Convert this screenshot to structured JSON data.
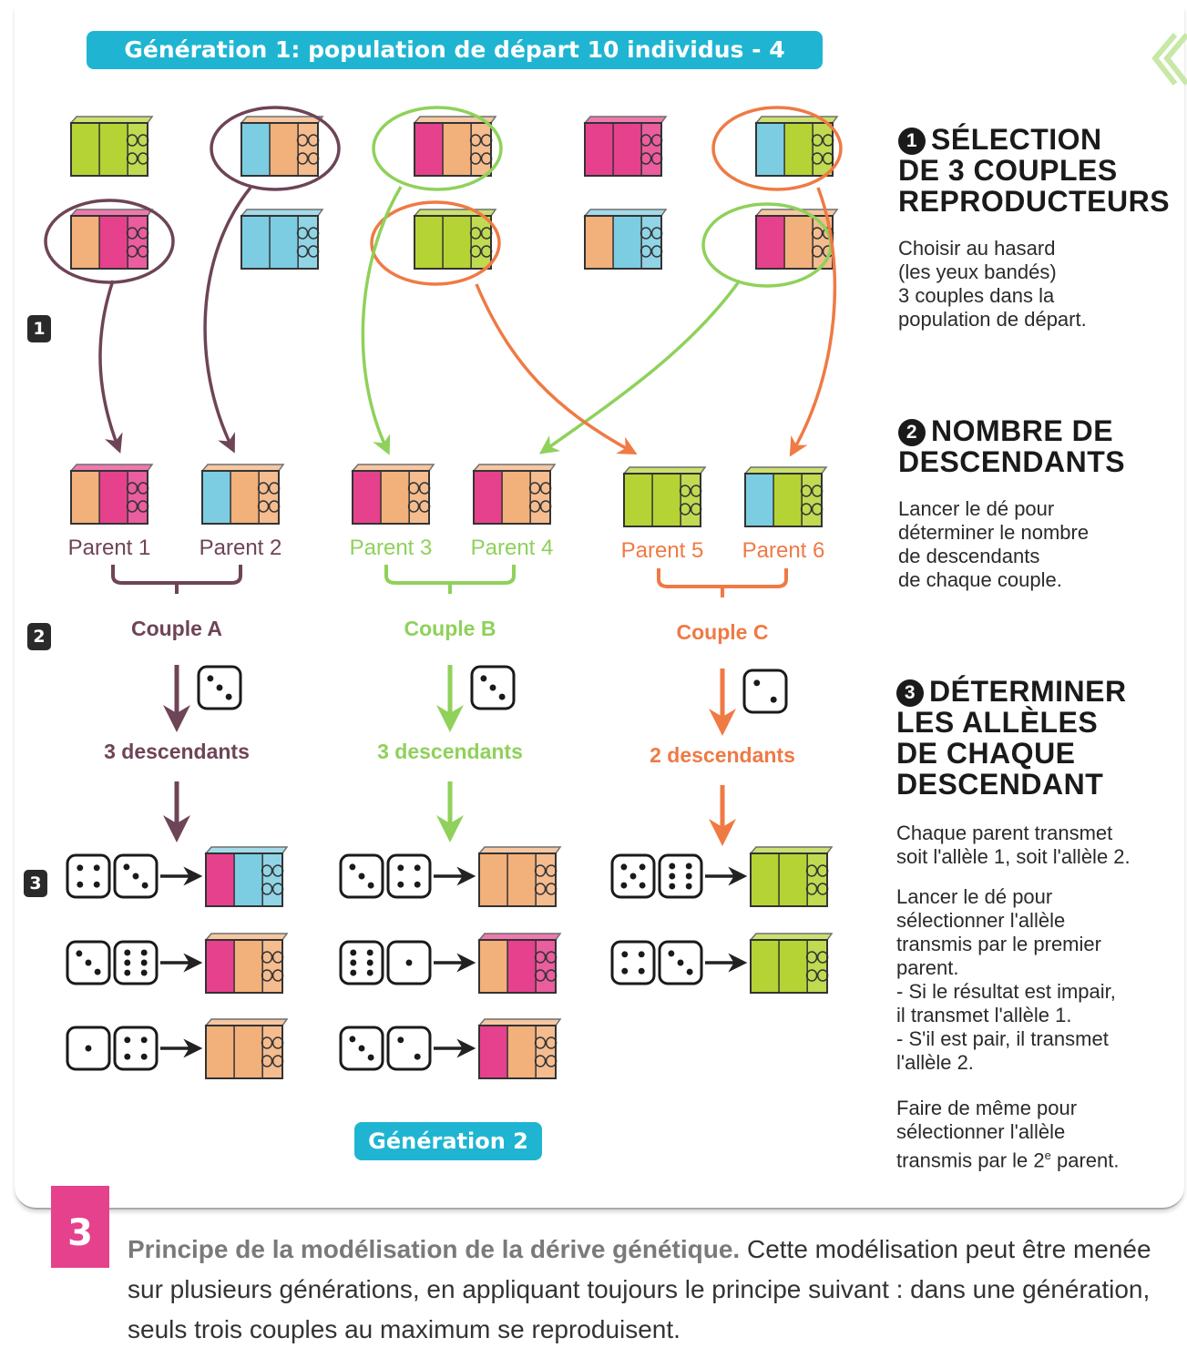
{
  "title": "Génération 1: population de départ 10 individus - 4 allèles",
  "colors": {
    "allele_1": "#b5d334",
    "allele_2": "#f2b07b",
    "allele_3": "#7ccde2",
    "allele_4": "#e6418d",
    "couple_a": "#6e4457",
    "couple_b": "#8fd15a",
    "couple_c": "#ef7a44",
    "banner": "#1fb5d2",
    "section_badge": "#e6418d"
  },
  "population": [
    {
      "left": "allele_1",
      "right": "allele_1"
    },
    {
      "left": "allele_3",
      "right": "allele_2"
    },
    {
      "left": "allele_4",
      "right": "allele_2"
    },
    {
      "left": "allele_4",
      "right": "allele_4"
    },
    {
      "left": "allele_3",
      "right": "allele_1"
    },
    {
      "left": "allele_2",
      "right": "allele_4"
    },
    {
      "left": "allele_3",
      "right": "allele_3"
    },
    {
      "left": "allele_1",
      "right": "allele_1"
    },
    {
      "left": "allele_2",
      "right": "allele_3"
    },
    {
      "left": "allele_4",
      "right": "allele_2"
    }
  ],
  "parents": [
    {
      "label": "Parent 1",
      "left": "allele_2",
      "right": "allele_4"
    },
    {
      "label": "Parent 2",
      "left": "allele_3",
      "right": "allele_2"
    },
    {
      "label": "Parent 3",
      "left": "allele_4",
      "right": "allele_2"
    },
    {
      "label": "Parent 4",
      "left": "allele_4",
      "right": "allele_2"
    },
    {
      "label": "Parent 5",
      "left": "allele_1",
      "right": "allele_1"
    },
    {
      "label": "Parent 6",
      "left": "allele_3",
      "right": "allele_1"
    }
  ],
  "couples": [
    {
      "label": "Couple A",
      "die": 3,
      "descendants_label": "3 descendants"
    },
    {
      "label": "Couple B",
      "die": 3,
      "descendants_label": "3 descendants"
    },
    {
      "label": "Couple C",
      "die": 2,
      "descendants_label": "2 descendants"
    }
  ],
  "offspring": [
    [
      {
        "dice": [
          4,
          3
        ],
        "left": "allele_4",
        "right": "allele_3"
      },
      {
        "dice": [
          3,
          6
        ],
        "left": "allele_4",
        "right": "allele_2"
      },
      {
        "dice": [
          1,
          4
        ],
        "left": "allele_2",
        "right": "allele_2"
      }
    ],
    [
      {
        "dice": [
          3,
          4
        ],
        "left": "allele_2",
        "right": "allele_2"
      },
      {
        "dice": [
          6,
          1
        ],
        "left": "allele_2",
        "right": "allele_4"
      },
      {
        "dice": [
          3,
          2
        ],
        "left": "allele_4",
        "right": "allele_2"
      }
    ],
    [
      {
        "dice": [
          5,
          6
        ],
        "left": "allele_1",
        "right": "allele_1"
      },
      {
        "dice": [
          4,
          3
        ],
        "left": "allele_1",
        "right": "allele_1"
      }
    ]
  ],
  "steps": [
    "1",
    "2",
    "3"
  ],
  "generation_2": "Génération 2",
  "right_panel": {
    "step1": {
      "num": "1",
      "title": [
        "SÉLECTION",
        "DE 3 COUPLES",
        "REPRODUCTEURS"
      ],
      "text": [
        "Choisir au hasard",
        "(les yeux bandés)",
        "3 couples dans la",
        "population de départ."
      ]
    },
    "step2": {
      "num": "2",
      "title": [
        "NOMBRE DE",
        "DESCENDANTS"
      ],
      "text": [
        "Lancer le dé pour",
        "déterminer le nombre",
        "de descendants",
        "de chaque couple."
      ]
    },
    "step3": {
      "num": "3",
      "title": [
        "DÉTERMINER",
        "LES ALLÈLES",
        "DE CHAQUE",
        "DESCENDANT"
      ],
      "p1": [
        "Chaque parent transmet",
        "soit l'allèle 1, soit l'allèle 2."
      ],
      "p2": [
        "Lancer le dé pour",
        "sélectionner l'allèle",
        "transmis par le premier",
        "parent.",
        "- Si le résultat est impair,",
        "il transmet l'allèle 1.",
        "- S'il est pair, il transmet",
        "l'allèle 2."
      ],
      "p3": [
        "Faire de même pour",
        "sélectionner l'allèle"
      ],
      "p3_last_prefix": "transmis par le 2",
      "p3_last_sup": "e",
      "p3_last_suffix": " parent."
    }
  },
  "caption": {
    "number": "3",
    "title": "Principe de la modélisation de la dérive génétique.",
    "text": " Cette modélisation peut être menée sur plusieurs générations, en appliquant toujours le principe suivant : dans une génération, seuls trois couples au maximum se reproduisent."
  }
}
